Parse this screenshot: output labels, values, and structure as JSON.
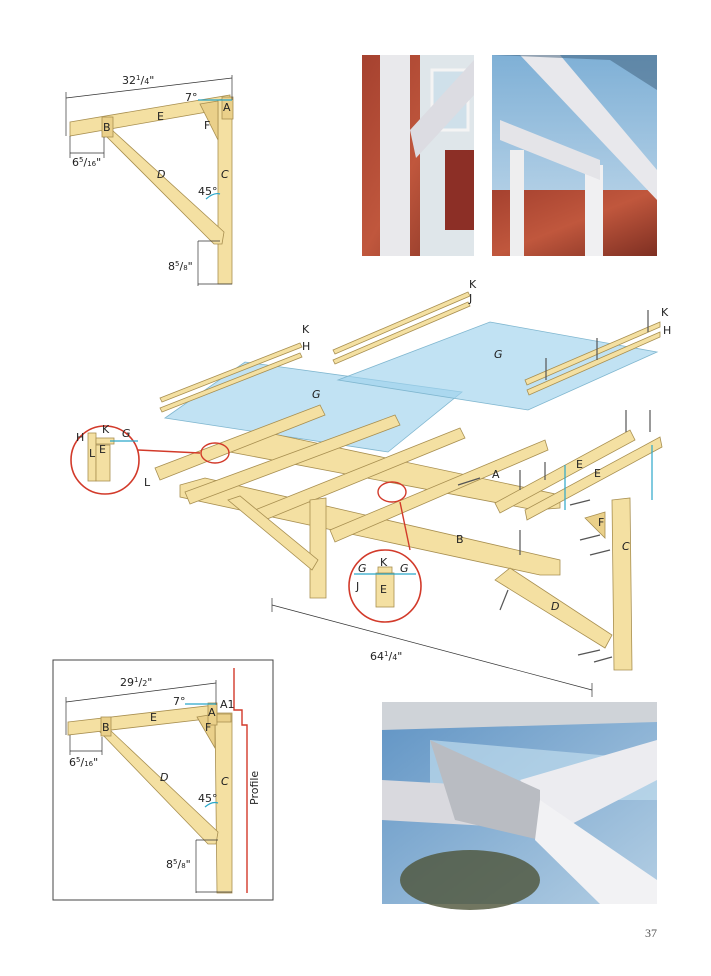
{
  "top_diagram": {
    "overall_length": {
      "whole": "32",
      "num": "1",
      "den": "4"
    },
    "overhang": {
      "whole": "6",
      "num": "5",
      "den": "16"
    },
    "foot_length": {
      "whole": "8",
      "num": "5",
      "den": "8"
    },
    "roof_angle": "7°",
    "brace_angle": "45°",
    "parts": {
      "A": "A",
      "B": "B",
      "C": "C",
      "D": "D",
      "E": "E",
      "F": "F"
    }
  },
  "main_diagram": {
    "labels": {
      "K1": "K",
      "J1": "J",
      "K2": "K",
      "H2": "H",
      "K3": "K",
      "H3": "H",
      "G1": "G",
      "G2": "G",
      "A": "A",
      "B": "B",
      "C": "C",
      "D": "D",
      "E1": "E",
      "E2": "E",
      "F": "F",
      "L": "L"
    },
    "detail_left": {
      "H": "H",
      "K": "K",
      "G": "G",
      "L": "L",
      "E": "E"
    },
    "detail_middle": {
      "G1": "G",
      "K": "K",
      "G2": "G",
      "J": "J",
      "E": "E"
    },
    "span_length": {
      "whole": "64",
      "num": "1",
      "den": "4"
    }
  },
  "bottom_diagram": {
    "overall_length": {
      "whole": "29",
      "num": "1",
      "den": "2"
    },
    "overhang": {
      "whole": "6",
      "num": "5",
      "den": "16"
    },
    "foot_length": {
      "whole": "8",
      "num": "5",
      "den": "8"
    },
    "roof_angle": "7°",
    "brace_angle": "45°",
    "parts": {
      "A": "A",
      "A1": "A1",
      "B": "B",
      "C": "C",
      "D": "D",
      "E": "E",
      "F": "F"
    },
    "profile_label": "Profile"
  },
  "page_number": "37"
}
